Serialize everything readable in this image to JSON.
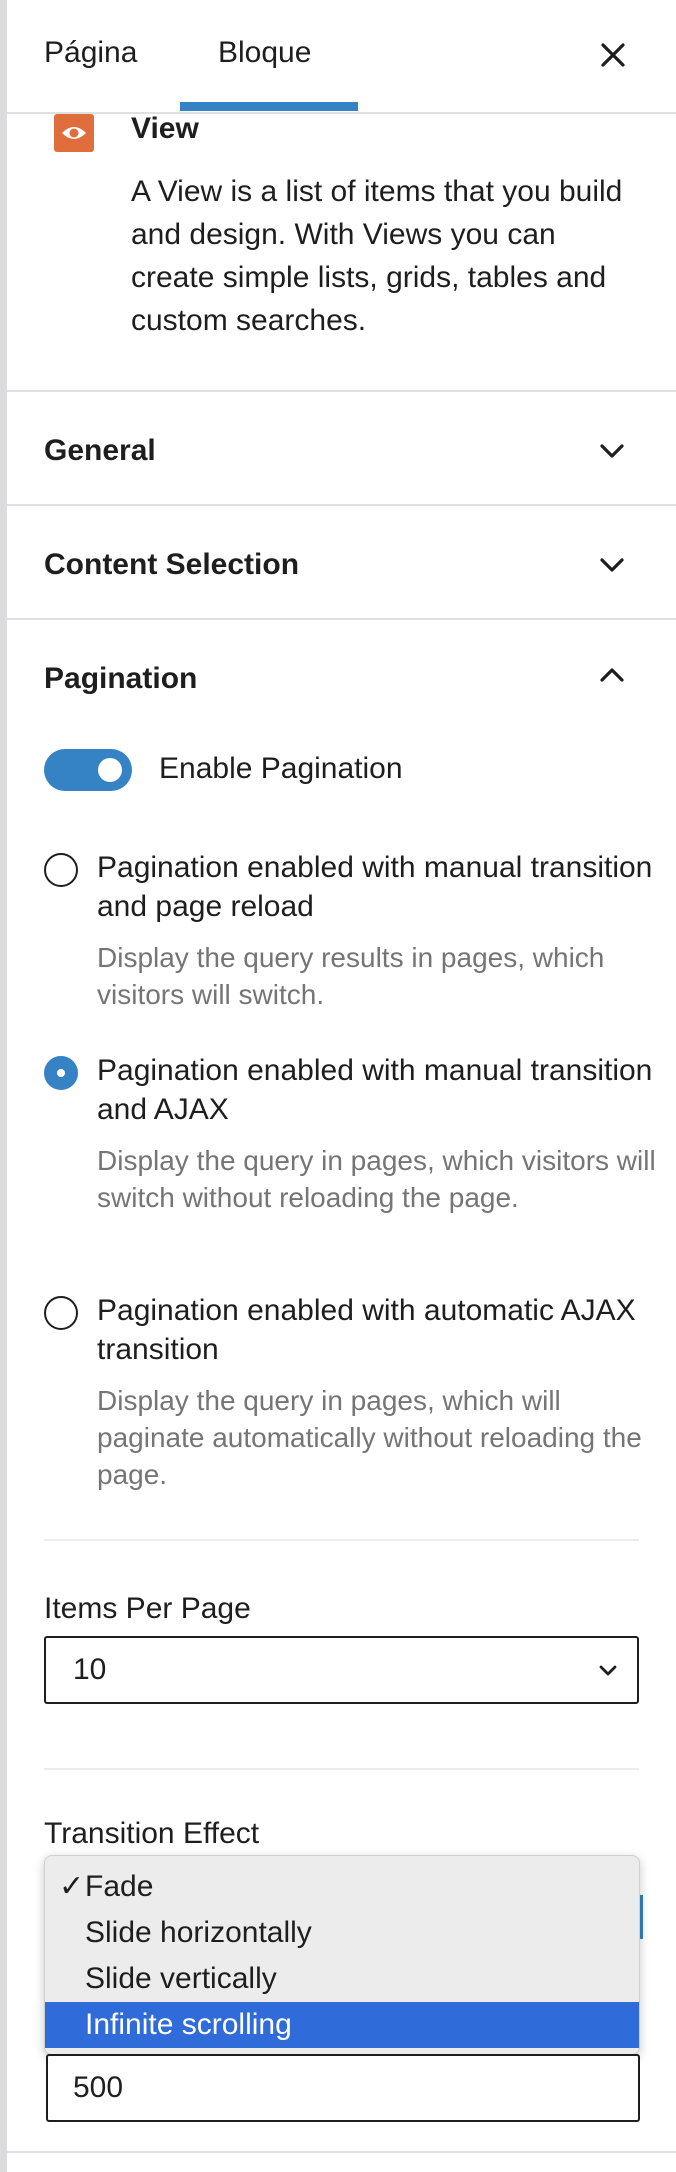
{
  "header": {
    "tabs": [
      {
        "label": "Página",
        "active": false
      },
      {
        "label": "Bloque",
        "active": true
      }
    ],
    "close_icon": "close-icon",
    "accent_color": "#3582c4"
  },
  "block": {
    "icon": "eye-icon",
    "icon_color": "#e06e3c",
    "title": "View",
    "description": "A View is a list of items that you build and design. With Views you can create simple lists, grids, tables and custom searches."
  },
  "sections": {
    "general": {
      "title": "General",
      "expanded": false
    },
    "content_selection": {
      "title": "Content Selection",
      "expanded": false
    },
    "pagination": {
      "title": "Pagination",
      "expanded": true
    }
  },
  "pagination": {
    "toggle": {
      "label": "Enable Pagination",
      "enabled": true
    },
    "options": [
      {
        "label": "Pagination enabled with manual transition and page reload",
        "help": "Display the query results in pages, which visitors will switch.",
        "checked": false
      },
      {
        "label": "Pagination enabled with manual transition and AJAX",
        "help": "Display the query in pages, which visitors will switch without reloading the page.",
        "checked": true
      },
      {
        "label": "Pagination enabled with automatic AJAX transition",
        "help": "Display the query in pages, which will paginate automatically without reloading the page.",
        "checked": false
      }
    ],
    "items_per_page": {
      "label": "Items Per Page",
      "value": "10"
    },
    "transition_effect": {
      "label": "Transition Effect",
      "selected": "Fade",
      "options": [
        "Fade",
        "Slide horizontally",
        "Slide vertically",
        "Infinite scrolling"
      ],
      "highlighted": "Infinite scrolling",
      "highlight_color": "#2f6bd9"
    },
    "duration_value": "500"
  }
}
